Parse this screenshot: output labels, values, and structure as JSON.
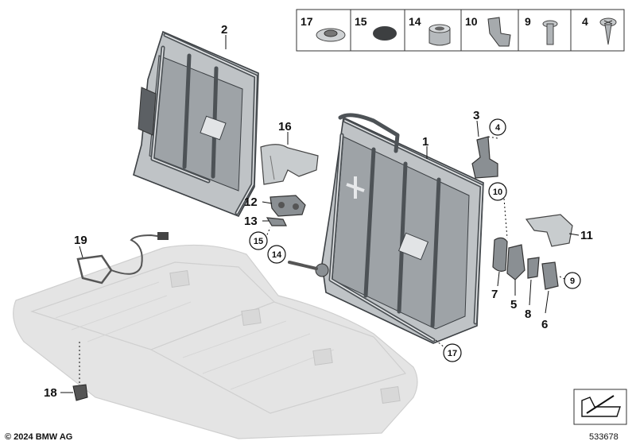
{
  "labels": {
    "l1": "1",
    "l2": "2",
    "l3": "3",
    "l5": "5",
    "l6": "6",
    "l7": "7",
    "l8": "8",
    "l11": "11",
    "l12": "12",
    "l13": "13",
    "l16": "16",
    "l18": "18",
    "l19": "19"
  },
  "circle_labels": {
    "c4": "4",
    "c9": "9",
    "c10": "10",
    "c14": "14",
    "c15": "15",
    "c17": "17"
  },
  "table": {
    "cells": [
      "17",
      "15",
      "14",
      "10",
      "9",
      "4"
    ]
  },
  "footer": {
    "copyright": "© 2024 BMW AG",
    "doc_number": "533678"
  }
}
